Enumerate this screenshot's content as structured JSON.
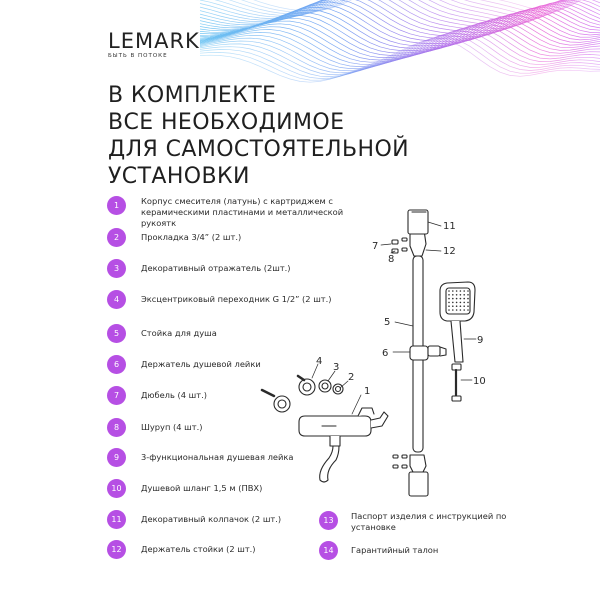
{
  "brand": {
    "name": "LEMARK",
    "tagline": "БЫТЬ В ПОТОКЕ"
  },
  "title_lines": [
    "В КОМПЛЕКТЕ",
    "ВСЕ НЕОБХОДИМОЕ",
    "ДЛЯ  САМОСТОЯТЕЛЬНОЙ",
    "УСТАНОВКИ"
  ],
  "items": [
    {
      "num": "1",
      "text": "Корпус смесителя (латунь) с картриджем с керамическими пластинами и металлической рукоятк"
    },
    {
      "num": "2",
      "text": "Прокладка 3/4” (2 шт.)"
    },
    {
      "num": "3",
      "text": "Декоративный отражатель (2шт.)"
    },
    {
      "num": "4",
      "text": "Эксцентриковый переходник G 1/2” (2 шт.)"
    },
    {
      "num": "5",
      "text": "Стойка для душа"
    },
    {
      "num": "6",
      "text": "Держатель душевой лейки"
    },
    {
      "num": "7",
      "text": "Дюбель (4 шт.)"
    },
    {
      "num": "8",
      "text": "Шуруп (4 шт.)"
    },
    {
      "num": "9",
      "text": "3-функциональная душевая лейка"
    },
    {
      "num": "10",
      "text": "Душевой шланг 1,5 м (ПВХ)"
    },
    {
      "num": "11",
      "text": "Декоративный колпачок (2 шт.)"
    },
    {
      "num": "12",
      "text": "Держатель стойки (2 шт.)"
    },
    {
      "num": "13",
      "text": "Паспорт изделия с инструкцией по установке"
    },
    {
      "num": "14",
      "text": "Гарантийный талон"
    }
  ],
  "diagram_labels": {
    "l1": "1",
    "l2": "2",
    "l3": "3",
    "l4": "4",
    "l5": "5",
    "l6": "6",
    "l7": "7",
    "l8": "8",
    "l9": "9",
    "l10": "10",
    "l11": "11",
    "l12": "12"
  },
  "colors": {
    "accent": "#b64fe4",
    "wave_blue": "#4fb8f0",
    "wave_purple": "#a35be8",
    "wave_pink": "#e64fd0"
  }
}
